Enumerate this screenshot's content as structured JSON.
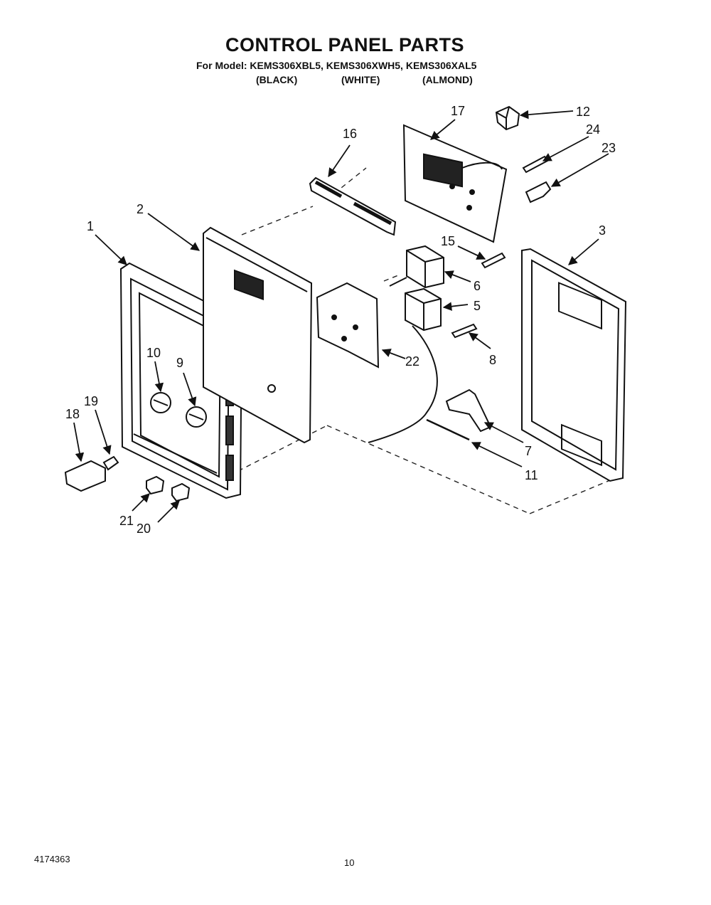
{
  "header": {
    "title": "CONTROL PANEL PARTS",
    "models": "For Model: KEMS306XBL5, KEMS306XWH5, KEMS306XAL5",
    "colors": [
      "(BLACK)",
      "(WHITE)",
      "(ALMOND)"
    ]
  },
  "callouts": [
    {
      "id": "1",
      "label": "1"
    },
    {
      "id": "2",
      "label": "2"
    },
    {
      "id": "3",
      "label": "3"
    },
    {
      "id": "5",
      "label": "5"
    },
    {
      "id": "6",
      "label": "6"
    },
    {
      "id": "7",
      "label": "7"
    },
    {
      "id": "8",
      "label": "8"
    },
    {
      "id": "9",
      "label": "9"
    },
    {
      "id": "10",
      "label": "10"
    },
    {
      "id": "11",
      "label": "11"
    },
    {
      "id": "12",
      "label": "12"
    },
    {
      "id": "15",
      "label": "15"
    },
    {
      "id": "16",
      "label": "16"
    },
    {
      "id": "17",
      "label": "17"
    },
    {
      "id": "18",
      "label": "18"
    },
    {
      "id": "19",
      "label": "19"
    },
    {
      "id": "20",
      "label": "20"
    },
    {
      "id": "21",
      "label": "21"
    },
    {
      "id": "22",
      "label": "22"
    },
    {
      "id": "23",
      "label": "23"
    },
    {
      "id": "24",
      "label": "24"
    }
  ],
  "footer": {
    "doc_number": "4174363",
    "page_number": "10"
  }
}
